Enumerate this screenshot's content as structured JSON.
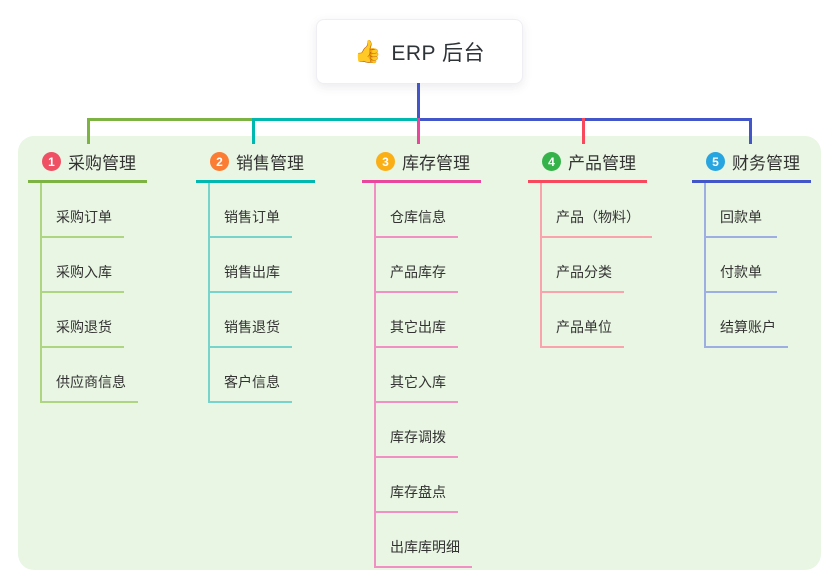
{
  "root": {
    "emoji": "👍",
    "label": "ERP 后台"
  },
  "colors": {
    "panel_bg": "#e9f6e3",
    "root_stem": "#4356c9",
    "text": "#333333",
    "root_text": "#2e3338"
  },
  "branches": [
    {
      "badge": "1",
      "badge_color": "#ef5063",
      "line_color": "#7cb342",
      "light_color": "#aed581",
      "label": "采购管理",
      "children": [
        "采购订单",
        "采购入库",
        "采购退货",
        "供应商信息"
      ]
    },
    {
      "badge": "2",
      "badge_color": "#fb7c33",
      "line_color": "#00b8b0",
      "light_color": "#76d4cd",
      "label": "销售管理",
      "children": [
        "销售订单",
        "销售出库",
        "销售退货",
        "客户信息"
      ]
    },
    {
      "badge": "3",
      "badge_color": "#fbaf17",
      "line_color": "#e8479d",
      "light_color": "#f190c2",
      "label": "库存管理",
      "children": [
        "仓库信息",
        "产品库存",
        "其它出库",
        "其它入库",
        "库存调拨",
        "库存盘点",
        "出库库明细"
      ]
    },
    {
      "badge": "4",
      "badge_color": "#35b34a",
      "line_color": "#f8485e",
      "light_color": "#fba3ac",
      "label": "产品管理",
      "children": [
        "产品（物料）",
        "产品分类",
        "产品单位"
      ]
    },
    {
      "badge": "5",
      "badge_color": "#27a5e1",
      "line_color": "#4356c9",
      "light_color": "#9daee2",
      "label": "财务管理",
      "children": [
        "回款单",
        "付款单",
        "结算账户"
      ]
    }
  ]
}
